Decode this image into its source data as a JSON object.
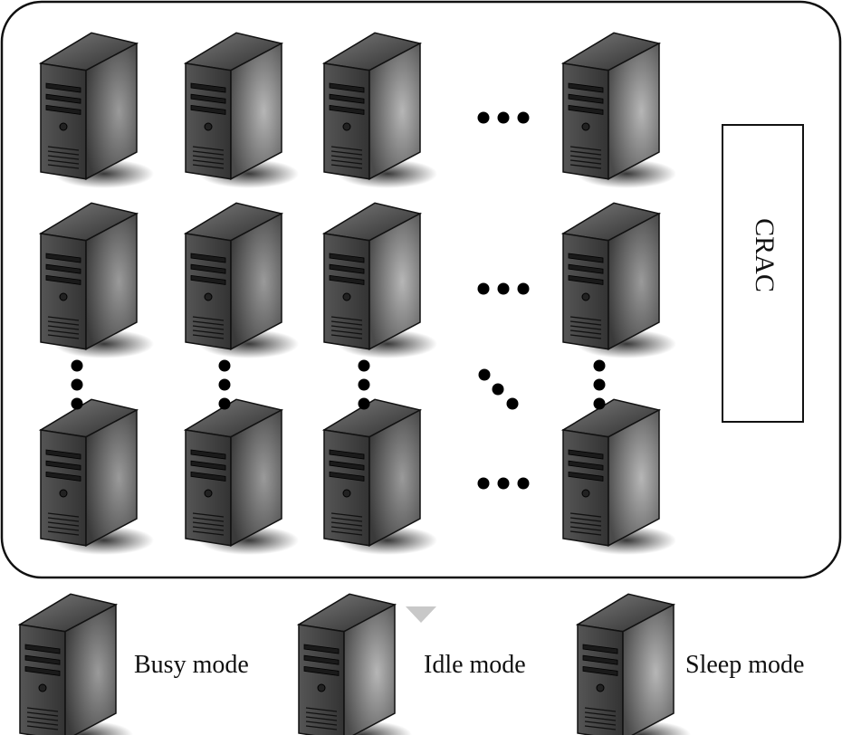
{
  "diagram": {
    "crac_label": "CRAC",
    "grid": [
      [
        "busy",
        "idle",
        "idle",
        "idle"
      ],
      [
        "busy",
        "busy",
        "idle",
        "busy"
      ],
      [
        "busy",
        "busy",
        "busy",
        "sleep"
      ]
    ],
    "legend": [
      {
        "mode": "busy",
        "label": "Busy mode"
      },
      {
        "mode": "idle",
        "label": "Idle mode"
      },
      {
        "mode": "sleep",
        "label": "Sleep mode"
      }
    ]
  },
  "colors": {
    "busy": "#6e6e6e",
    "idle": "#828282",
    "sleep": "#9a9a9a",
    "outline": "#111111"
  }
}
